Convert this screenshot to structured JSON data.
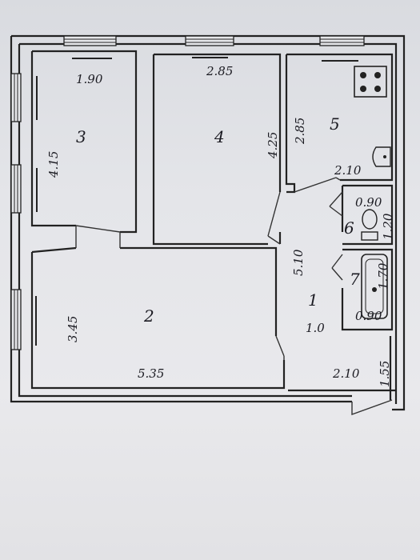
{
  "rooms": [
    {
      "number": "1"
    },
    {
      "number": "2"
    },
    {
      "number": "3"
    },
    {
      "number": "4"
    },
    {
      "number": "5"
    },
    {
      "number": "6"
    },
    {
      "number": "7"
    }
  ],
  "dimensions": {
    "room3_width": "1.90",
    "room3_length": "4.15",
    "room4_width": "2.85",
    "room4_length": "4.25",
    "room5_length": "2.85",
    "room5_width": "2.10",
    "room6_width": "0.90",
    "room6_length": "1.20",
    "room7_length": "1.70",
    "room7_width": "0.90",
    "hall_length": "5.10",
    "hall_width": "1.0",
    "room2_width": "5.35",
    "room2_length": "3.45",
    "entry_width": "2.10",
    "entry_length": "1.55"
  },
  "colors": {
    "ink": "#222222",
    "paper": "#e6e7ea"
  }
}
